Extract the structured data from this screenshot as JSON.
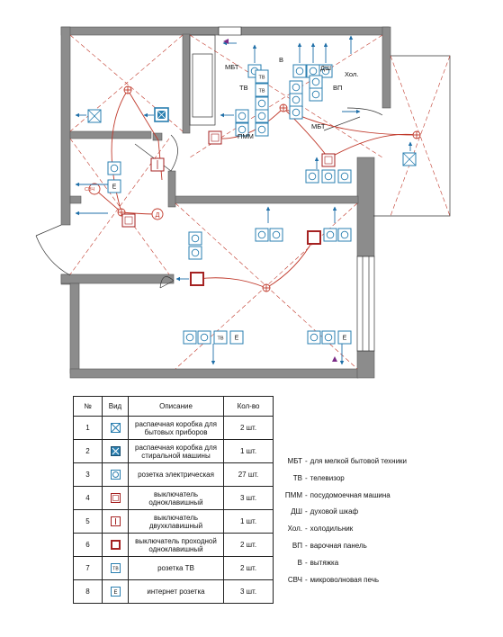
{
  "plan": {
    "labels": {
      "mbt_top": "МБТ",
      "v": "В",
      "dsh": "ДШ",
      "hol": "Хол.",
      "vp": "ВП",
      "tv": "ТВ",
      "pmm": "ПММ",
      "mbt_right": "МБТ",
      "svch": "СВЧ",
      "d": "Д"
    },
    "socket_tv_glyph": "ТВ",
    "socket_net_glyph": "Е",
    "colors": {
      "wall": "#8a8a8a",
      "wire": "#c0392b",
      "arrow": "#1f6fa8",
      "socket": "#2a7fb0",
      "switch": "#a52222",
      "dashed": "#c0392b"
    }
  },
  "table": {
    "headers": [
      "№",
      "Вид",
      "Описание",
      "Кол-во"
    ],
    "rows": [
      {
        "num": "1",
        "icon": "junction-box-icon",
        "desc": "распаечная коробка для бытовых приборов",
        "qty": "2 шт."
      },
      {
        "num": "2",
        "icon": "junction-box-washer-icon",
        "desc": "распаечная коробка для стиральной машины",
        "qty": "1 шт."
      },
      {
        "num": "3",
        "icon": "socket-icon",
        "desc": "розетка электрическая",
        "qty": "27 шт."
      },
      {
        "num": "4",
        "icon": "single-switch-icon",
        "desc": "выключатель одноклавишный",
        "qty": "3 шт."
      },
      {
        "num": "5",
        "icon": "double-switch-icon",
        "desc": "выключатель двухклавишный",
        "qty": "1 шт."
      },
      {
        "num": "6",
        "icon": "passthrough-switch-icon",
        "desc": "выключатель проходной одноклавишный",
        "qty": "2 шт."
      },
      {
        "num": "7",
        "icon": "tv-socket-icon",
        "desc": "розетка ТВ",
        "qty": "2 шт."
      },
      {
        "num": "8",
        "icon": "internet-socket-icon",
        "desc": "интернет розетка",
        "qty": "3 шт."
      }
    ]
  },
  "legend": [
    {
      "abbr": "МБТ",
      "text": "для мелкой бытовой техники"
    },
    {
      "abbr": "ТВ",
      "text": "телевизор"
    },
    {
      "abbr": "ПММ",
      "text": "посудомоечная машина"
    },
    {
      "abbr": "ДШ",
      "text": "духовой шкаф"
    },
    {
      "abbr": "Хол.",
      "text": "холодильник"
    },
    {
      "abbr": "ВП",
      "text": "варочная панель"
    },
    {
      "abbr": "В",
      "text": "вытяжка"
    },
    {
      "abbr": "СВЧ",
      "text": "микроволновая печь"
    }
  ]
}
